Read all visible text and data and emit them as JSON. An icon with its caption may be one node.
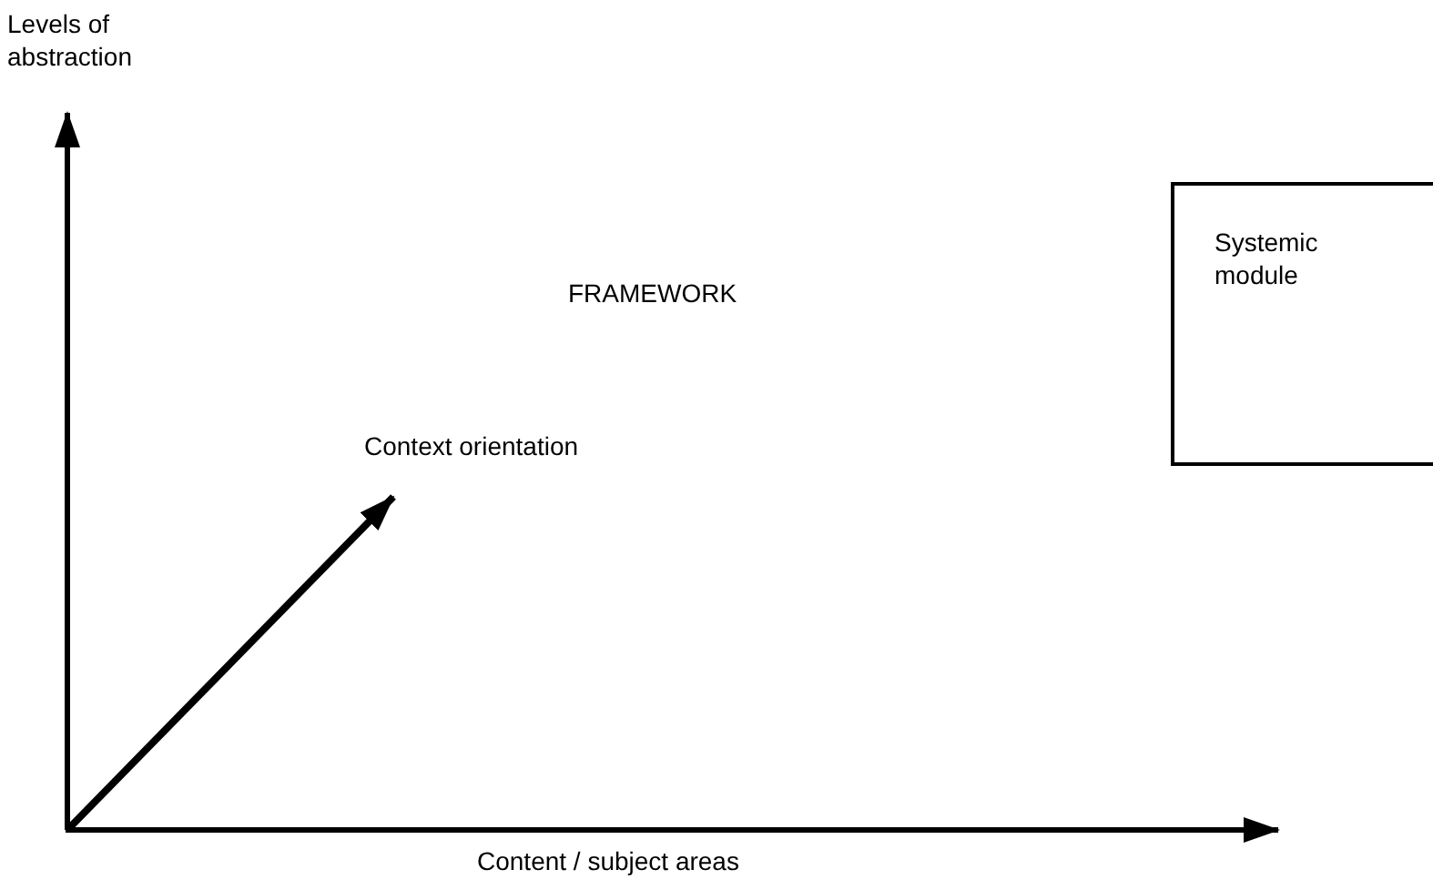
{
  "diagram": {
    "nodes": [
      {
        "text": [
          "Systemic module"
        ]
      }
    ],
    "labels": [
      "Levels of abstraction",
      "FRAMEWORK",
      "Context orientation",
      "Content / subject areas"
    ]
  }
}
